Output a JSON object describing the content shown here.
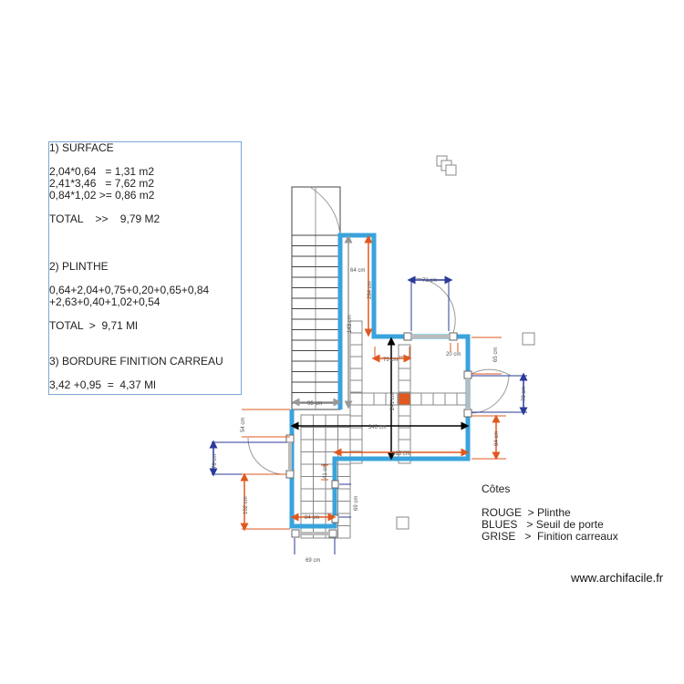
{
  "notes": {
    "surface_title": "1) SURFACE",
    "surface_lines": [
      "2,04*0,64   = 1,31 m2",
      "2,41*3,46   = 7,62 m2",
      "0,84*1,02 >= 0,86 m2"
    ],
    "surface_total": "TOTAL    >>    9,79 M2",
    "plinthe_title": "2) PLINTHE",
    "plinthe_lines": [
      "0,64+2,04+0,75+0,20+0,65+0,84",
      "+2,63+0,40+1,02+0,54"
    ],
    "plinthe_total": "TOTAL  >  9,71 Ml",
    "bordure_title": "3) BORDURE FINITION CARREAU",
    "bordure_line": "3,42 +0,95  =  4,37 Ml"
  },
  "legend": {
    "title": "Côtes",
    "lines": [
      "ROUGE  > Plinthe",
      "BLUES   > Seuil de porte",
      "GRISE   >  Finition carreaux"
    ]
  },
  "site": "www.archifacile.fr",
  "colors": {
    "wall": "#3aa3dc",
    "plinthe": "#e0581f",
    "seuil": "#2b3a9a",
    "finition": "#999999",
    "tile_accent": "#e0581f"
  },
  "dims": {
    "d64": "64 cm",
    "d284": "284 cm",
    "d143": "143 cm",
    "d95": "95 cm",
    "d78top": "78 cm",
    "d75": "75 cm",
    "d20": "20 cm",
    "d65": "65 cm",
    "d78right": "78 cm",
    "d84right": "84 cm",
    "d346": "346 cm",
    "d241": "241 cm",
    "d263": "263 cm",
    "d54left": "54 cm",
    "d78left": "78 cm",
    "d102": "102 cm",
    "d41": "41 cm",
    "d84bottom": "84 cm",
    "d69a": "69 cm",
    "d69b": "69 cm"
  }
}
